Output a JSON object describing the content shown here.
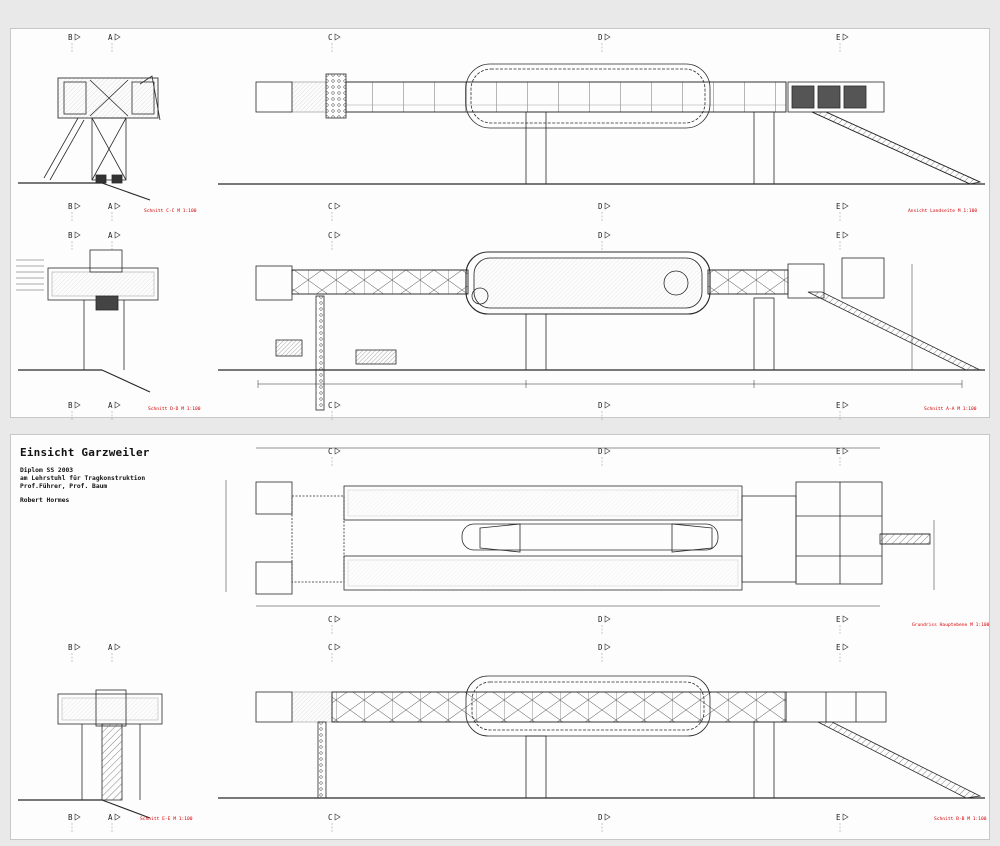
{
  "info": {
    "title": "Einsicht Garzweiler",
    "line1": "Diplom  SS 2003",
    "line2": "am Lehrstuhl für Tragkonstruktion",
    "line3": "Prof.Führer, Prof. Baum",
    "line4": "Robert Hormes"
  },
  "axis_labels": {
    "b": "B",
    "a": "A",
    "c": "C",
    "d": "D",
    "e": "E"
  },
  "captions": {
    "c1": "Schnitt C-C  M 1:100",
    "c2": "Ansicht Landseite  M 1:100",
    "c3": "Schnitt D-D  M 1:100",
    "c4": "Schnitt A-A  M 1:100",
    "c5": "Grundriss Hauptebene  M 1:100",
    "c6": "Schnitt E-E  M 1:100",
    "c7": "Schnitt B-B  M 1:100"
  },
  "colors": {
    "caption_red": "#d40000",
    "line": "#2a2a2a",
    "sheet": "#fdfdfd",
    "background": "#e9e9e9"
  }
}
